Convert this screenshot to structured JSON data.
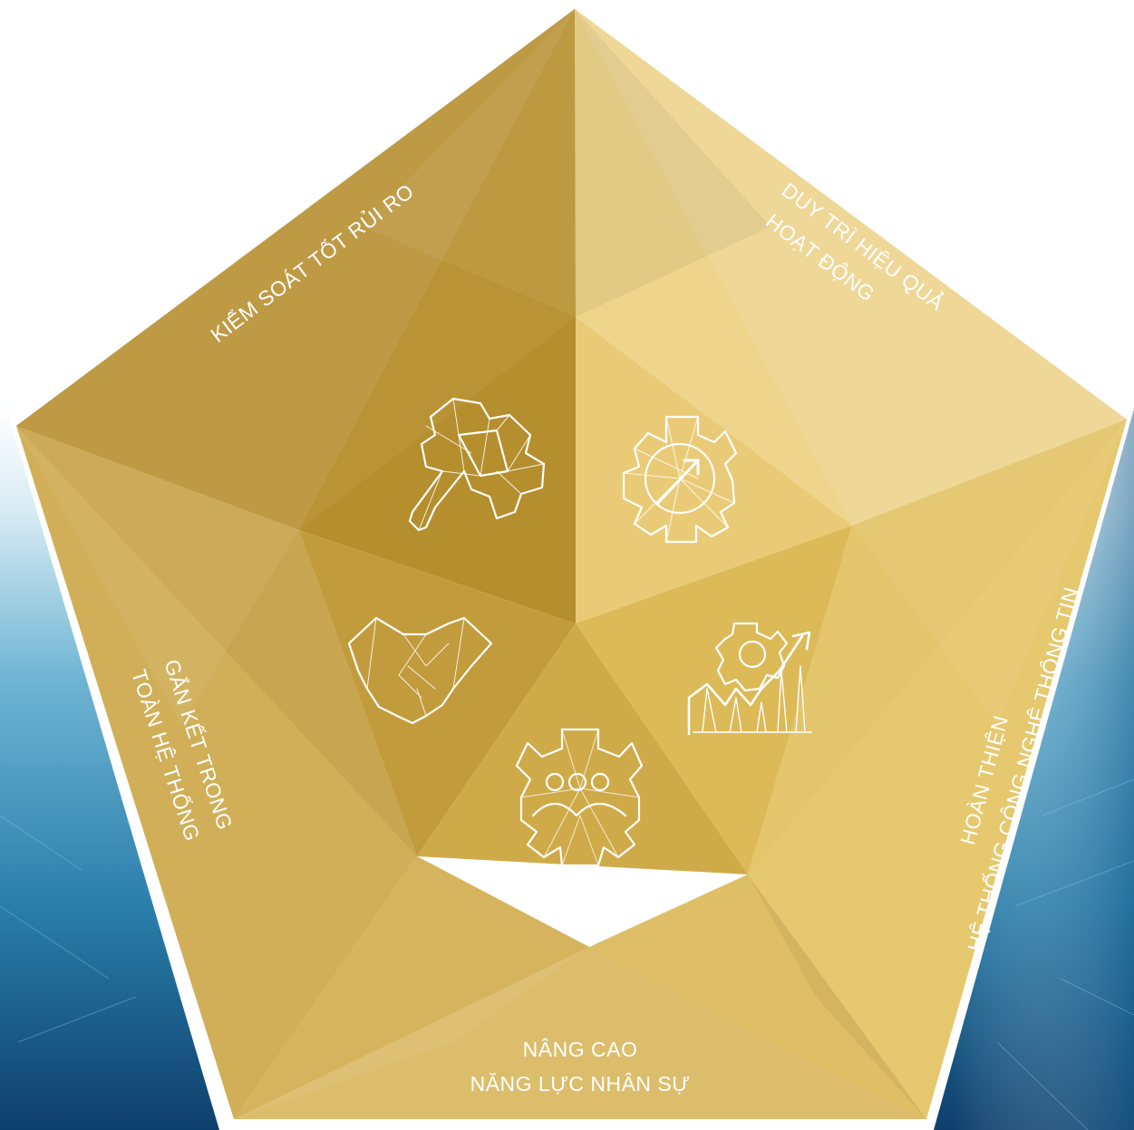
{
  "segments": {
    "top_left": {
      "lines": [
        "KIỂM SOÁT TỐT RỦI RO"
      ]
    },
    "top_right": {
      "lines": [
        "DUY TRÌ HIỆU QUẢ",
        "HOẠT ĐỘNG"
      ]
    },
    "right": {
      "lines": [
        "HOÀN THIỆN",
        "HỆ THỐNG CÔNG NGHỆ THÔNG TIN"
      ]
    },
    "bottom": {
      "lines": [
        "NÂNG CAO",
        "NĂNG LỰC NHÂN SỰ"
      ]
    },
    "left": {
      "lines": [
        "GẮN KẾT TRONG",
        "TOÀN HỆ THỐNG"
      ]
    }
  },
  "icons": [
    "wrench-gear-icon",
    "gear-arrow-icon",
    "gear-growth-chart-icon",
    "team-gear-icon",
    "handshake-icon"
  ],
  "colors": {
    "gold_dark": "#B38D2F",
    "gold_mid": "#C9A84A",
    "gold_light": "#EDD596",
    "background_blue": "#2E86B3",
    "line": "#FFFFFF"
  }
}
